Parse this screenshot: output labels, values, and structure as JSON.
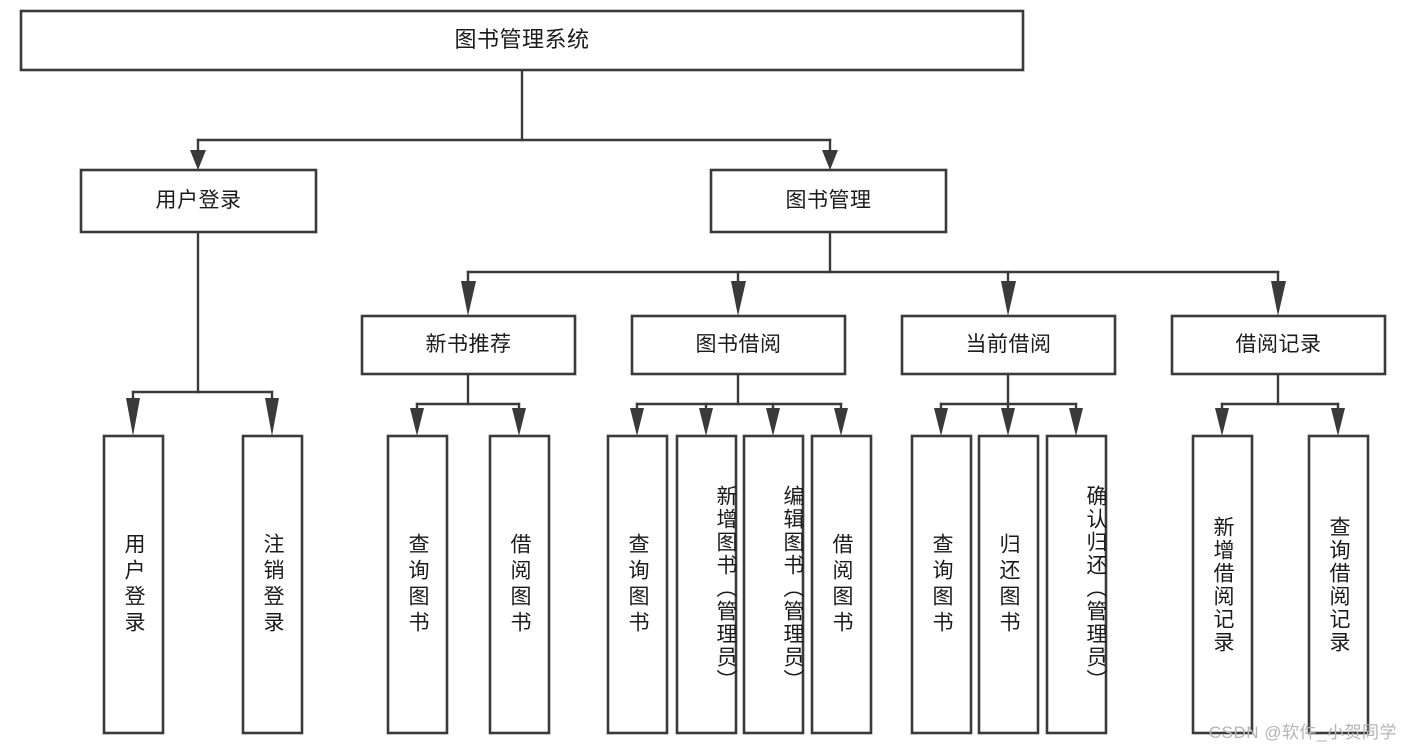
{
  "diagram": {
    "title": "图书管理系统",
    "type": "tree-hierarchy",
    "root": {
      "label": "图书管理系统"
    },
    "level2": [
      {
        "label": "用户登录"
      },
      {
        "label": "图书管理"
      }
    ],
    "level3": [
      {
        "label": "新书推荐"
      },
      {
        "label": "图书借阅"
      },
      {
        "label": "当前借阅"
      },
      {
        "label": "借阅记录"
      }
    ],
    "leaves": {
      "user_login": [
        {
          "label": "用户登录"
        },
        {
          "label": "注销登录"
        }
      ],
      "new_book_recommend": [
        {
          "label": "查询图书"
        },
        {
          "label": "借阅图书"
        }
      ],
      "book_borrow": [
        {
          "label": "查询图书"
        },
        {
          "label": "新增图书（管理员）"
        },
        {
          "label": "编辑图书（管理员）"
        },
        {
          "label": "借阅图书"
        }
      ],
      "current_borrow": [
        {
          "label": "查询图书"
        },
        {
          "label": "归还图书"
        },
        {
          "label": "确认归还（管理员）"
        }
      ],
      "borrow_record": [
        {
          "label": "新增借阅记录"
        },
        {
          "label": "查询借阅记录"
        }
      ]
    }
  },
  "watermark": {
    "text": "CSDN @软件_小贺同学"
  },
  "colors": {
    "stroke": "#3a3a3a",
    "fill": "#ffffff",
    "text": "#1b1b1b",
    "watermark": "#b4b4b4"
  }
}
